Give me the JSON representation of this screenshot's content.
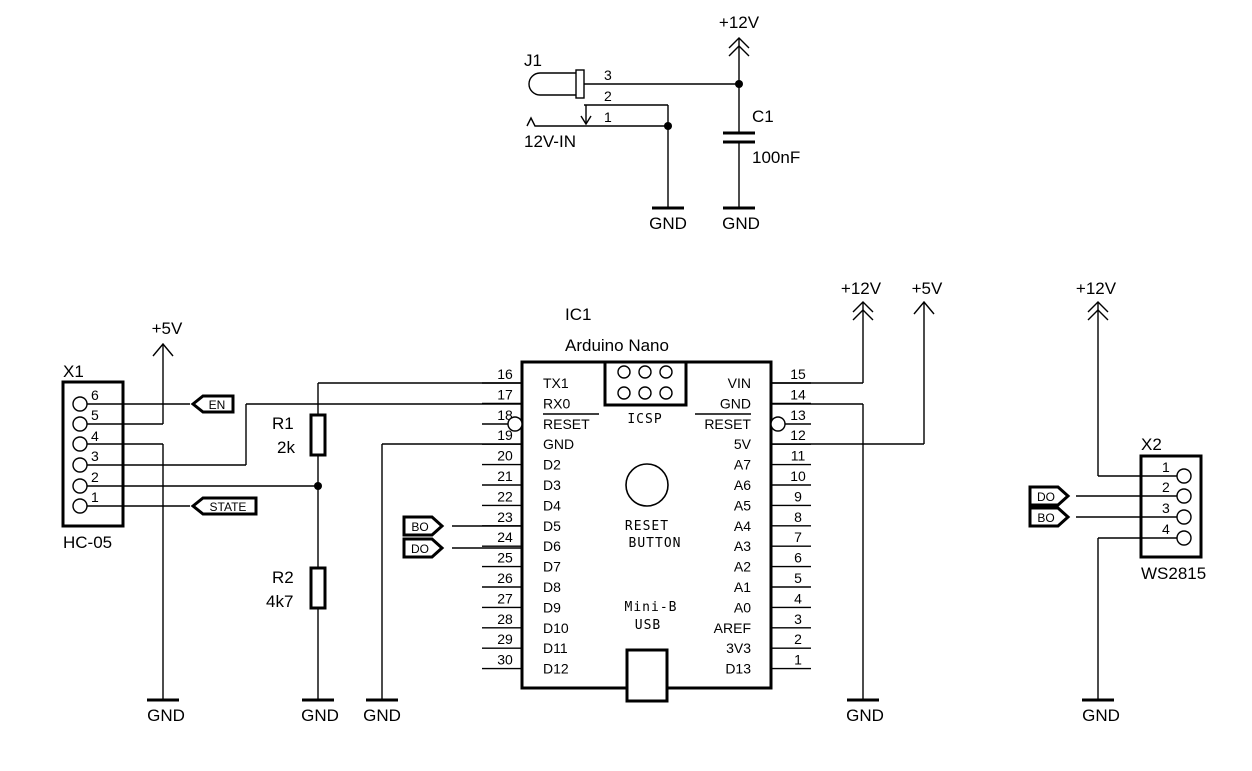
{
  "power": {
    "p12v_top": "+12V",
    "p12v_nano": "+12V",
    "p5v_nano": "+5V",
    "p5v_hc05": "+5V",
    "p12v_ws": "+12V",
    "gnd": "GND"
  },
  "j1": {
    "ref": "J1",
    "label": "12V-IN",
    "pins": [
      "3",
      "2",
      "1"
    ]
  },
  "c1": {
    "ref": "C1",
    "value": "100nF"
  },
  "r1": {
    "ref": "R1",
    "value": "2k"
  },
  "r2": {
    "ref": "R2",
    "value": "4k7"
  },
  "x1": {
    "ref": "X1",
    "name": "HC-05",
    "pins": [
      "6",
      "5",
      "4",
      "3",
      "2",
      "1"
    ],
    "tag_en": "EN",
    "tag_state": "STATE"
  },
  "ic1": {
    "ref": "IC1",
    "name": "Arduino Nano",
    "icsp": "ICSP",
    "reset_button": [
      "RESET",
      "BUTTON"
    ],
    "usb": [
      "Mini-B",
      "USB"
    ],
    "left_pins": [
      {
        "num": "16",
        "name": "TX1"
      },
      {
        "num": "17",
        "name": "RX0"
      },
      {
        "num": "18",
        "name": "RESET"
      },
      {
        "num": "19",
        "name": "GND"
      },
      {
        "num": "20",
        "name": "D2"
      },
      {
        "num": "21",
        "name": "D3"
      },
      {
        "num": "22",
        "name": "D4"
      },
      {
        "num": "23",
        "name": "D5"
      },
      {
        "num": "24",
        "name": "D6"
      },
      {
        "num": "25",
        "name": "D7"
      },
      {
        "num": "26",
        "name": "D8"
      },
      {
        "num": "27",
        "name": "D9"
      },
      {
        "num": "28",
        "name": "D10"
      },
      {
        "num": "29",
        "name": "D11"
      },
      {
        "num": "30",
        "name": "D12"
      }
    ],
    "right_pins": [
      {
        "num": "15",
        "name": "VIN"
      },
      {
        "num": "14",
        "name": "GND"
      },
      {
        "num": "13",
        "name": "RESET"
      },
      {
        "num": "12",
        "name": "5V"
      },
      {
        "num": "11",
        "name": "A7"
      },
      {
        "num": "10",
        "name": "A6"
      },
      {
        "num": "9",
        "name": "A5"
      },
      {
        "num": "8",
        "name": "A4"
      },
      {
        "num": "7",
        "name": "A3"
      },
      {
        "num": "6",
        "name": "A2"
      },
      {
        "num": "5",
        "name": "A1"
      },
      {
        "num": "4",
        "name": "A0"
      },
      {
        "num": "3",
        "name": "AREF"
      },
      {
        "num": "2",
        "name": "3V3"
      },
      {
        "num": "1",
        "name": "D13"
      }
    ],
    "tag_bo": "BO",
    "tag_do": "DO"
  },
  "x2": {
    "ref": "X2",
    "name": "WS2815",
    "pins": [
      "1",
      "2",
      "3",
      "4"
    ],
    "tag_do": "DO",
    "tag_bo": "BO"
  }
}
